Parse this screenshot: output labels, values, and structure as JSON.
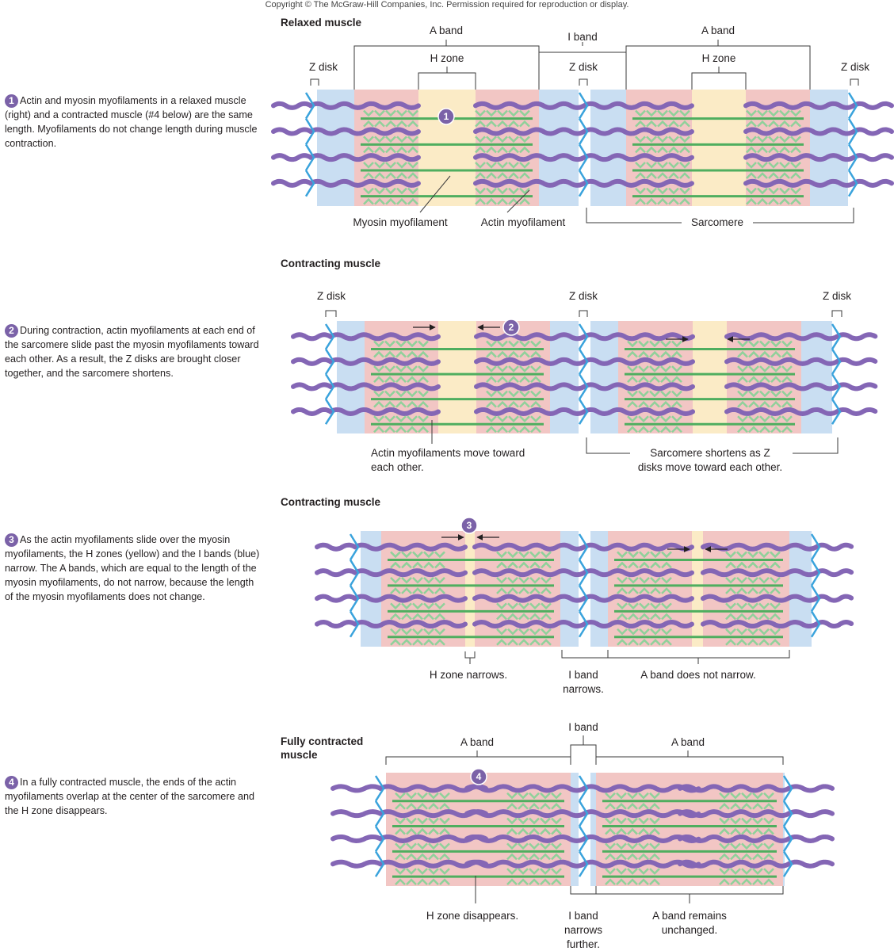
{
  "copyright": "Copyright © The McGraw-Hill Companies, Inc. Permission required for reproduction or display.",
  "steps": [
    {
      "num": "1",
      "text": "Actin and myosin myofilaments in a relaxed muscle (right) and a contracted muscle (#4 below) are the same length. Myofilaments do not change length during muscle contraction."
    },
    {
      "num": "2",
      "text": "During contraction, actin myofilaments at each end of the sarcomere slide past the myosin myofilaments toward each other. As a result, the Z disks are brought closer together, and the sarcomere shortens."
    },
    {
      "num": "3",
      "text": "As the actin myofilaments slide over the myosin myofilaments, the H zones (yellow) and the I bands (blue) narrow. The A bands, which are equal to the length of the myosin myofilaments, do not narrow, because the length of the myosin myofilaments does not change."
    },
    {
      "num": "4",
      "text": "In a fully contracted muscle, the ends of the actin myofilaments overlap at the center of the sarcomere and the H zone disappears."
    }
  ],
  "panels": [
    {
      "title": "Relaxed muscle",
      "marker": "1",
      "labels": {
        "a_band": "A band",
        "i_band": "I band",
        "h_zone": "H zone",
        "z_disk": "Z disk",
        "myosin": "Myosin myofilament",
        "actin": "Actin myofilament",
        "sarcomere": "Sarcomere"
      }
    },
    {
      "title": "Contracting muscle",
      "marker": "2",
      "labels": {
        "z_disk": "Z disk",
        "actin_move_1": "Actin myofilaments move toward",
        "actin_move_2": "each other.",
        "sarc_short_1": "Sarcomere shortens as Z",
        "sarc_short_2": "disks move toward each other."
      }
    },
    {
      "title": "Contracting muscle",
      "marker": "3",
      "labels": {
        "h_narrows": "H zone narrows.",
        "i_narrows_1": "I band",
        "i_narrows_2": "narrows.",
        "a_not_narrow": "A band does not narrow."
      }
    },
    {
      "title": "Fully contracted muscle",
      "marker": "4",
      "labels": {
        "a_band": "A band",
        "i_band": "I band",
        "h_disappears": "H zone disappears.",
        "i_further_1": "I band",
        "i_further_2": "narrows",
        "i_further_3": "further.",
        "a_unchanged_1": "A band remains",
        "a_unchanged_2": "unchanged."
      }
    }
  ],
  "colors": {
    "i_band": "#c9def2",
    "a_band": "#f2c6c4",
    "h_zone": "#fbebc6",
    "myosin": "#4fae5f",
    "myosin_head": "#8fd19a",
    "actin": "#8466b5",
    "z_disk": "#3aa3dc",
    "marker": "#7b62a8"
  }
}
